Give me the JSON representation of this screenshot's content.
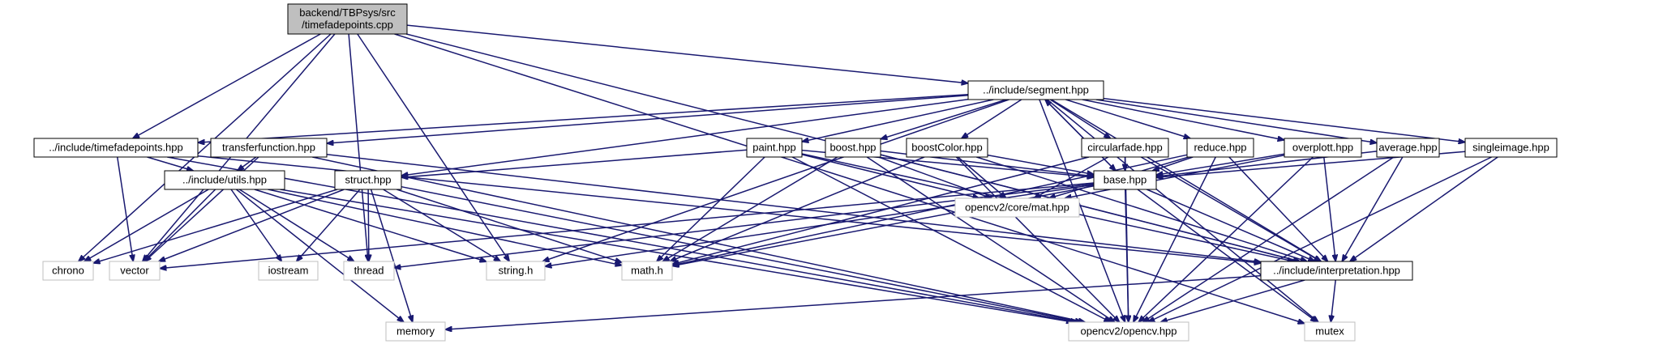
{
  "colors": {
    "edge": "#191970",
    "root_fill": "#bfbfbf",
    "external_border": "#bfbfbf"
  },
  "nodes": [
    {
      "id": "root",
      "kind": "root",
      "lines": [
        "backend/TBPsys/src",
        "/timefadepoints.cpp"
      ]
    },
    {
      "id": "segment",
      "kind": "internal",
      "lines": [
        "../include/segment.hpp"
      ]
    },
    {
      "id": "timefadepoints_h",
      "kind": "internal",
      "lines": [
        "../include/timefadepoints.hpp"
      ]
    },
    {
      "id": "transferfunction",
      "kind": "internal",
      "lines": [
        "transferfunction.hpp"
      ]
    },
    {
      "id": "paint",
      "kind": "internal",
      "lines": [
        "paint.hpp"
      ]
    },
    {
      "id": "boost",
      "kind": "internal",
      "lines": [
        "boost.hpp"
      ]
    },
    {
      "id": "boostcolor",
      "kind": "internal",
      "lines": [
        "boostColor.hpp"
      ]
    },
    {
      "id": "circularfade",
      "kind": "internal",
      "lines": [
        "circularfade.hpp"
      ]
    },
    {
      "id": "reduce",
      "kind": "internal",
      "lines": [
        "reduce.hpp"
      ]
    },
    {
      "id": "overplott",
      "kind": "internal",
      "lines": [
        "overplott.hpp"
      ]
    },
    {
      "id": "average",
      "kind": "internal",
      "lines": [
        "average.hpp"
      ]
    },
    {
      "id": "singleimage",
      "kind": "internal",
      "lines": [
        "singleimage.hpp"
      ]
    },
    {
      "id": "utils",
      "kind": "internal",
      "lines": [
        "../include/utils.hpp"
      ]
    },
    {
      "id": "struct",
      "kind": "internal",
      "lines": [
        "struct.hpp"
      ]
    },
    {
      "id": "base",
      "kind": "internal",
      "lines": [
        "base.hpp"
      ]
    },
    {
      "id": "interpretation",
      "kind": "internal",
      "lines": [
        "../include/interpretation.hpp"
      ]
    },
    {
      "id": "mat",
      "kind": "external",
      "lines": [
        "opencv2/core/mat.hpp"
      ]
    },
    {
      "id": "chrono",
      "kind": "external",
      "lines": [
        "chrono"
      ]
    },
    {
      "id": "vector",
      "kind": "external",
      "lines": [
        "vector"
      ]
    },
    {
      "id": "iostream",
      "kind": "external",
      "lines": [
        "iostream"
      ]
    },
    {
      "id": "thread",
      "kind": "external",
      "lines": [
        "thread"
      ]
    },
    {
      "id": "string_h",
      "kind": "external",
      "lines": [
        "string.h"
      ]
    },
    {
      "id": "math_h",
      "kind": "external",
      "lines": [
        "math.h"
      ]
    },
    {
      "id": "memory",
      "kind": "external",
      "lines": [
        "memory"
      ]
    },
    {
      "id": "opencv",
      "kind": "external",
      "lines": [
        "opencv2/opencv.hpp"
      ]
    },
    {
      "id": "mutex",
      "kind": "external",
      "lines": [
        "mutex"
      ]
    }
  ],
  "edges": [
    [
      "root",
      "segment"
    ],
    [
      "root",
      "timefadepoints_h"
    ],
    [
      "root",
      "chrono"
    ],
    [
      "root",
      "vector"
    ],
    [
      "root",
      "thread"
    ],
    [
      "root",
      "string_h"
    ],
    [
      "root",
      "interpretation"
    ],
    [
      "root",
      "mutex"
    ],
    [
      "segment",
      "timefadepoints_h"
    ],
    [
      "segment",
      "transferfunction"
    ],
    [
      "segment",
      "paint"
    ],
    [
      "segment",
      "boost"
    ],
    [
      "segment",
      "boostcolor"
    ],
    [
      "segment",
      "circularfade"
    ],
    [
      "segment",
      "reduce"
    ],
    [
      "segment",
      "overplott"
    ],
    [
      "segment",
      "average"
    ],
    [
      "segment",
      "singleimage"
    ],
    [
      "segment",
      "struct"
    ],
    [
      "segment",
      "base"
    ],
    [
      "segment",
      "interpretation"
    ],
    [
      "segment",
      "string_h"
    ],
    [
      "segment",
      "opencv"
    ],
    [
      "segment",
      "mutex"
    ],
    [
      "timefadepoints_h",
      "utils"
    ],
    [
      "timefadepoints_h",
      "vector"
    ],
    [
      "timefadepoints_h",
      "interpretation"
    ],
    [
      "timefadepoints_h",
      "opencv"
    ],
    [
      "transferfunction",
      "utils"
    ],
    [
      "transferfunction",
      "vector"
    ],
    [
      "transferfunction",
      "interpretation"
    ],
    [
      "transferfunction",
      "opencv"
    ],
    [
      "utils",
      "chrono"
    ],
    [
      "utils",
      "vector"
    ],
    [
      "utils",
      "iostream"
    ],
    [
      "utils",
      "thread"
    ],
    [
      "utils",
      "string_h"
    ],
    [
      "utils",
      "math_h"
    ],
    [
      "utils",
      "memory"
    ],
    [
      "utils",
      "opencv"
    ],
    [
      "paint",
      "struct"
    ],
    [
      "paint",
      "mat"
    ],
    [
      "paint",
      "base"
    ],
    [
      "paint",
      "math_h"
    ],
    [
      "paint",
      "interpretation"
    ],
    [
      "paint",
      "opencv"
    ],
    [
      "boost",
      "mat"
    ],
    [
      "boost",
      "base"
    ],
    [
      "boost",
      "math_h"
    ],
    [
      "boost",
      "interpretation"
    ],
    [
      "boost",
      "opencv"
    ],
    [
      "boostcolor",
      "mat"
    ],
    [
      "boostcolor",
      "base"
    ],
    [
      "boostcolor",
      "math_h"
    ],
    [
      "boostcolor",
      "interpretation"
    ],
    [
      "boostcolor",
      "opencv"
    ],
    [
      "circularfade",
      "mat"
    ],
    [
      "circularfade",
      "base"
    ],
    [
      "circularfade",
      "math_h"
    ],
    [
      "circularfade",
      "interpretation"
    ],
    [
      "circularfade",
      "opencv"
    ],
    [
      "reduce",
      "mat"
    ],
    [
      "reduce",
      "base"
    ],
    [
      "reduce",
      "math_h"
    ],
    [
      "reduce",
      "interpretation"
    ],
    [
      "reduce",
      "opencv"
    ],
    [
      "overplott",
      "mat"
    ],
    [
      "overplott",
      "base"
    ],
    [
      "overplott",
      "interpretation"
    ],
    [
      "overplott",
      "opencv"
    ],
    [
      "average",
      "base"
    ],
    [
      "average",
      "interpretation"
    ],
    [
      "average",
      "opencv"
    ],
    [
      "singleimage",
      "base"
    ],
    [
      "singleimage",
      "interpretation"
    ],
    [
      "singleimage",
      "opencv"
    ],
    [
      "struct",
      "chrono"
    ],
    [
      "struct",
      "vector"
    ],
    [
      "struct",
      "iostream"
    ],
    [
      "struct",
      "thread"
    ],
    [
      "struct",
      "string_h"
    ],
    [
      "struct",
      "math_h"
    ],
    [
      "struct",
      "memory"
    ],
    [
      "struct",
      "opencv"
    ],
    [
      "base",
      "segment"
    ],
    [
      "base",
      "vector"
    ],
    [
      "base",
      "thread"
    ],
    [
      "base",
      "string_h"
    ],
    [
      "base",
      "math_h"
    ],
    [
      "base",
      "interpretation"
    ],
    [
      "base",
      "opencv"
    ],
    [
      "base",
      "mutex"
    ],
    [
      "interpretation",
      "memory"
    ],
    [
      "interpretation",
      "opencv"
    ],
    [
      "interpretation",
      "mutex"
    ]
  ]
}
